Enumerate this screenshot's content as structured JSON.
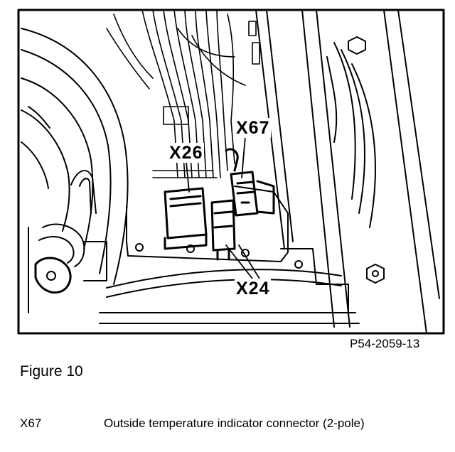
{
  "illustration": {
    "callouts": {
      "x67": "X67",
      "x26": "X26",
      "x24": "X24"
    },
    "reference_code": "P54-2059-13"
  },
  "caption": "Figure 10",
  "legend": [
    {
      "code": "X67",
      "description": "Outside temperature indicator connector (2-pole)"
    }
  ]
}
